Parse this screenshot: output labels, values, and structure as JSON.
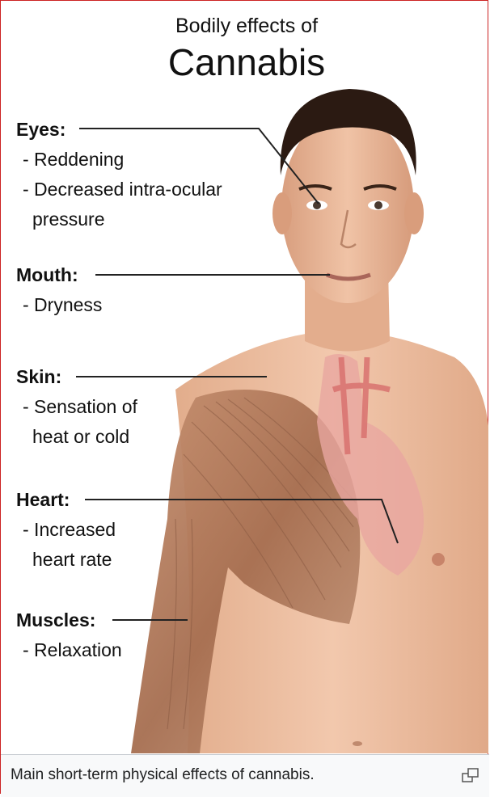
{
  "figure": {
    "title_small": "Bodily effects of",
    "title_big": "Cannabis",
    "labels": [
      {
        "head": "Eyes:",
        "items": [
          "- Reddening",
          "- Decreased intra-ocular",
          "  pressure"
        ]
      },
      {
        "head": "Mouth:",
        "items": [
          "- Dryness"
        ]
      },
      {
        "head": "Skin:",
        "items": [
          "- Sensation of",
          "  heat or cold"
        ]
      },
      {
        "head": "Heart:",
        "items": [
          "- Increased",
          "  heart rate"
        ]
      },
      {
        "head": "Muscles:",
        "items": [
          "- Relaxation"
        ]
      }
    ]
  },
  "caption": {
    "text": "Main short-term physical effects of cannabis.",
    "enlarge_icon": "enlarge-icon"
  },
  "colors": {
    "border": "#cc2222",
    "skin": "#e8b99a",
    "hair": "#2b1a12",
    "muscle": "#b07a5a",
    "artery": "#d9726f"
  }
}
